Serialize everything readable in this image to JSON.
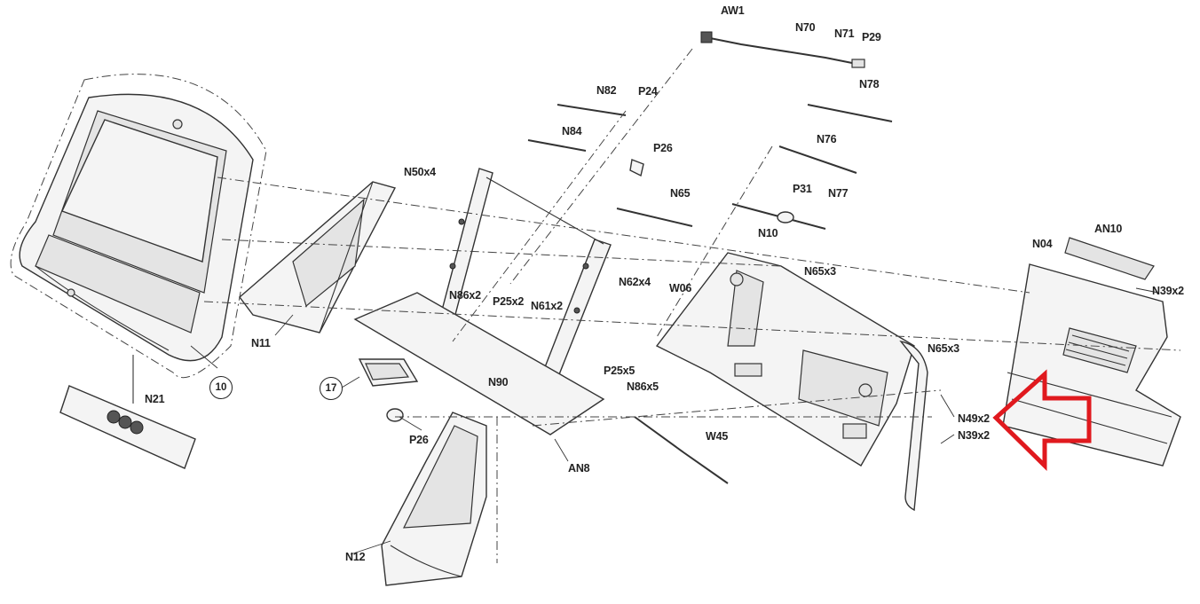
{
  "labels": {
    "AW1": "AW1",
    "N70": "N70",
    "N71": "N71",
    "P29": "P29",
    "N82": "N82",
    "P24": "P24",
    "N78": "N78",
    "N84": "N84",
    "P26_top": "P26",
    "N76": "N76",
    "N50x4": "N50x4",
    "N65": "N65",
    "P31": "P31",
    "N77": "N77",
    "N10": "N10",
    "AN10": "AN10",
    "N04": "N04",
    "N65x3_top": "N65x3",
    "N39x2_right": "N39x2",
    "N62x4": "N62x4",
    "W06": "W06",
    "N86x2": "N86x2",
    "P25x2": "P25x2",
    "N61x2": "N61x2",
    "N11": "N11",
    "N65x3_mid": "N65x3",
    "N21": "N21",
    "N90": "N90",
    "P25x5": "P25x5",
    "N86x5": "N86x5",
    "N49x2": "N49x2",
    "N39x2_mid": "N39x2",
    "W45": "W45",
    "P26_bottom": "P26",
    "AN8": "AN8",
    "N12": "N12"
  },
  "callouts": {
    "c10": "10",
    "c17": "17"
  },
  "colors": {
    "line": "#333333",
    "arrow": "#e0191e",
    "background": "#ffffff"
  },
  "highlight_arrow": {
    "icon": "left-arrow-outline",
    "color": "#e0191e"
  }
}
